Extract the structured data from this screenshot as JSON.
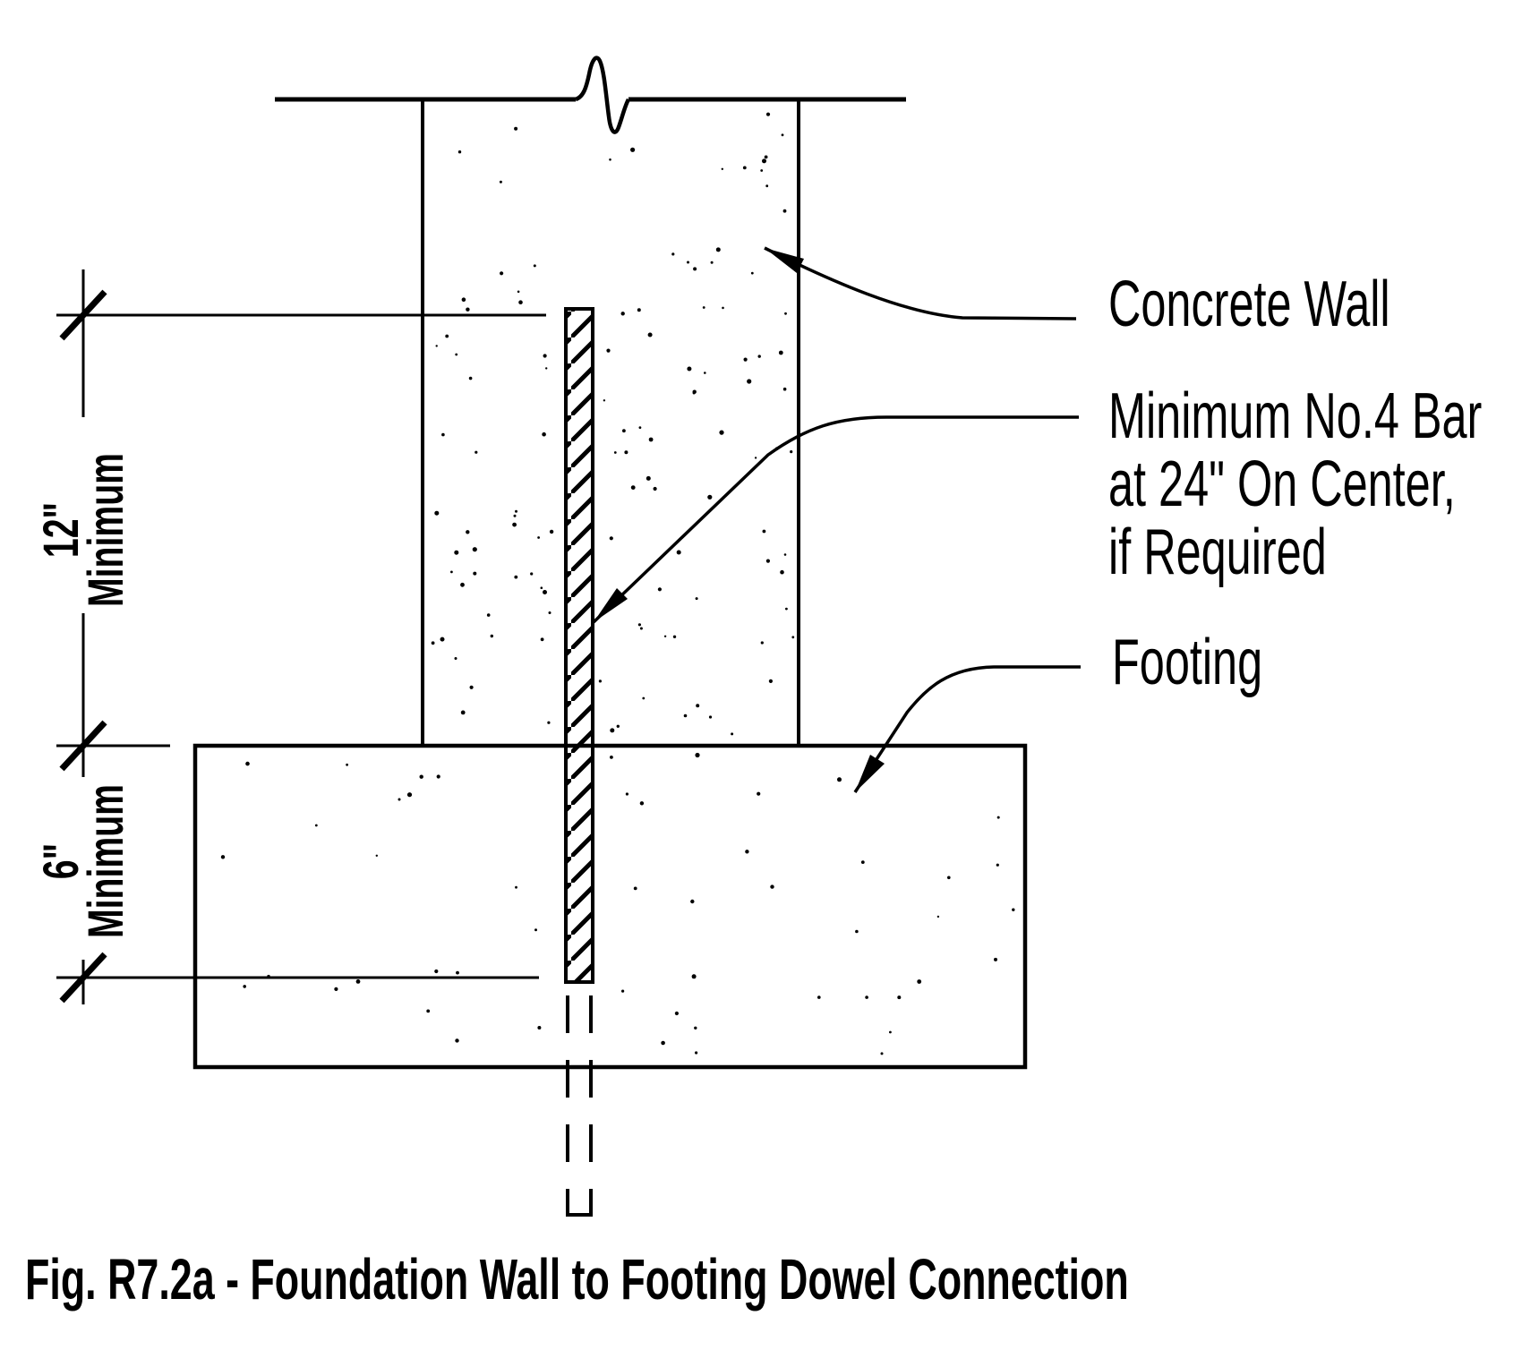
{
  "figure": {
    "caption": "Fig. R7.2a - Foundation Wall to Footing Dowel Connection",
    "labels": {
      "concrete_wall": "Concrete Wall",
      "bar_note_line1": "Minimum No.4 Bar",
      "bar_note_line2": "at 24\" On Center,",
      "bar_note_line3": "if Required",
      "footing": "Footing"
    },
    "dimensions": {
      "wall_embed": {
        "value": "12\"",
        "qualifier": "Minimum"
      },
      "footing_embed": {
        "value": "6\"",
        "qualifier": "Minimum"
      }
    },
    "colors": {
      "ink": "#000000",
      "paper": "#ffffff"
    }
  }
}
